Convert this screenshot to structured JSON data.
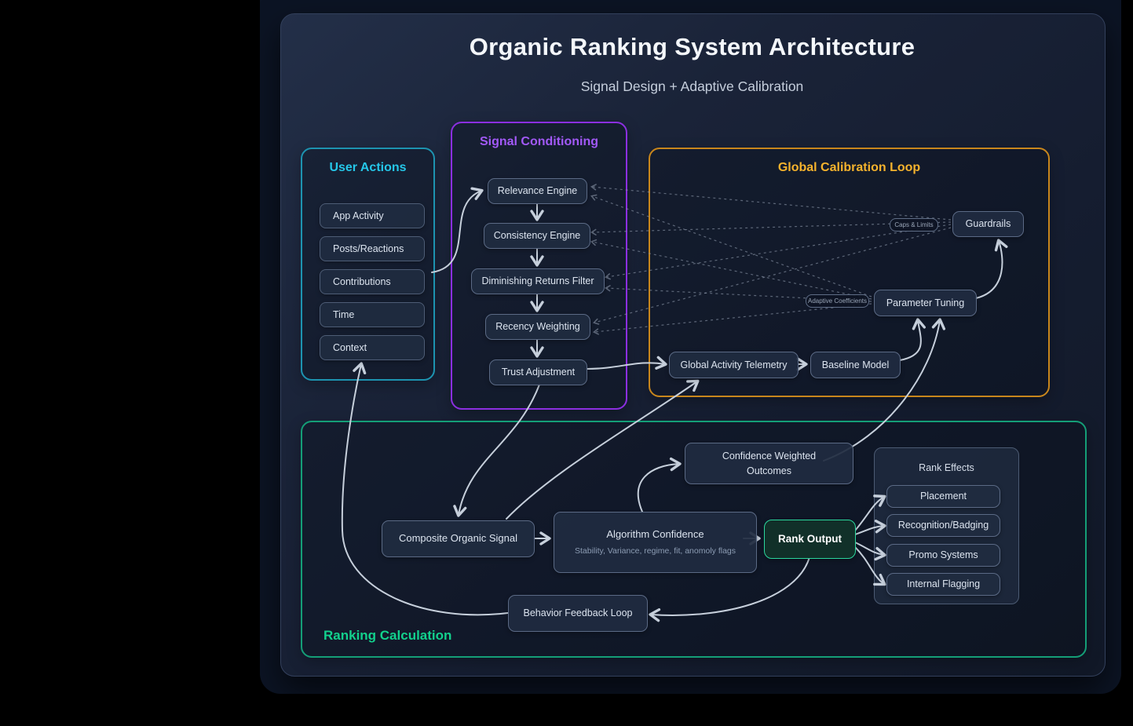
{
  "title": "Organic Ranking System Architecture",
  "subtitle": "Signal Design + Adaptive Calibration",
  "colors": {
    "background": "#000000",
    "canvas": "#0c1424",
    "card_top": "#232f48",
    "card_bottom": "#111827",
    "node_fill": "#202b40",
    "node_border": "#5b6a85",
    "arrow": "#c6cfdb",
    "dashed_line": "#8e99ab",
    "user_actions_accent": "#25c7e9",
    "signal_conditioning_accent": "#a259f7",
    "global_calibration_accent": "#f5b32d",
    "ranking_calculation_accent": "#12d18d",
    "rank_output_border": "#2bd79e"
  },
  "groups": {
    "user_actions": {
      "title": "User Actions",
      "items": [
        "App Activity",
        "Posts/Reactions",
        "Contributions",
        "Time",
        "Context"
      ]
    },
    "signal_conditioning": {
      "title": "Signal Conditioning",
      "nodes": [
        "Relevance Engine",
        "Consistency Engine",
        "Diminishing Returns Filter",
        "Recency Weighting",
        "Trust Adjustment"
      ]
    },
    "global_calibration": {
      "title": "Global Calibration Loop",
      "guardrails": "Guardrails",
      "caps_limits_tag": "Caps & Limits",
      "parameter_tuning": "Parameter Tuning",
      "adaptive_coefficients_tag": "Adaptive Coefficients",
      "global_activity_telemetry": "Global Activity Telemetry",
      "baseline_model": "Baseline Model"
    },
    "ranking_calculation": {
      "title": "Ranking Calculation",
      "confidence_weighted_outcomes": "Confidence Weighted Outcomes",
      "composite_organic_signal": "Composite Organic Signal",
      "algorithm_confidence": {
        "title": "Algorithm Confidence",
        "subtitle": "Stability, Variance, regime, fit, anomoly flags"
      },
      "rank_output": "Rank Output",
      "rank_effects": {
        "title": "Rank Effects",
        "items": [
          "Placement",
          "Recognition/Badging",
          "Promo Systems",
          "Internal Flagging"
        ]
      },
      "behavior_feedback_loop": "Behavior Feedback Loop"
    }
  }
}
